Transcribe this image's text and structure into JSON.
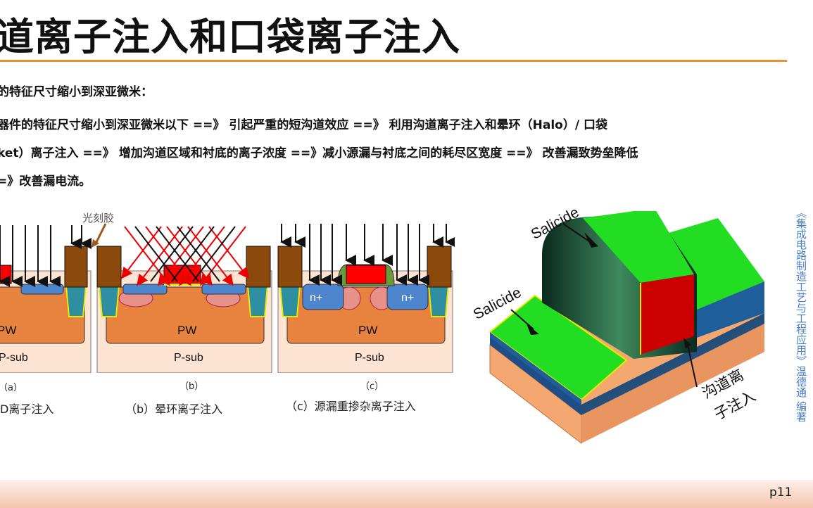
{
  "slide": {
    "title": "道离子注入和口袋离子注入",
    "intro": "的特征尺寸缩小到深亚微米：",
    "body_line1": "器件的特征尺寸缩小到深亚微米以下 ==》 引起严重的短沟道效应 ==》 利用沟道离子注入和晕环（Halo）/ 口袋",
    "body_line2": "ket）离子注入 ==》 增加沟道区域和衬底的离子浓度 ==》减小源漏与衬底之间的耗尽区宽度 ==》 改善漏致势垒降低",
    "body_line3": "=》改善漏电流。",
    "page_number": "p11",
    "book_credit": "《集成电路制造工艺与工程应用》温德通 编著"
  },
  "figures": {
    "photoresist_label": "光刻胶",
    "panel_a": {
      "pw": "PW",
      "psub": "P-sub",
      "sub": "（a）",
      "caption": "D离子注入"
    },
    "panel_b": {
      "pw": "PW",
      "psub": "P-sub",
      "sub": "（b）",
      "caption": "（b）晕环离子注入"
    },
    "panel_c": {
      "pw": "PW",
      "psub": "P-sub",
      "nplus_left": "n+",
      "nplus_right": "n+",
      "sub": "（c）",
      "caption": "（c）源漏重掺杂离子注入"
    },
    "device_3d": {
      "salicide_top": "Salicide",
      "salicide_left": "Salicide",
      "channel_label_line1": "沟道离",
      "channel_label_line2": "子注入"
    }
  },
  "colors": {
    "accent": "#e8912e",
    "pw": "#e8823f",
    "psub": "#fce3d2",
    "photoresist": "#8b4a0b",
    "sti": "#2e8fa3",
    "gate": "#ff0000",
    "ldd": "#4d86cf",
    "halo": "#e8908a",
    "salicide": "#22dd22",
    "credit": "#4b7fc8"
  }
}
